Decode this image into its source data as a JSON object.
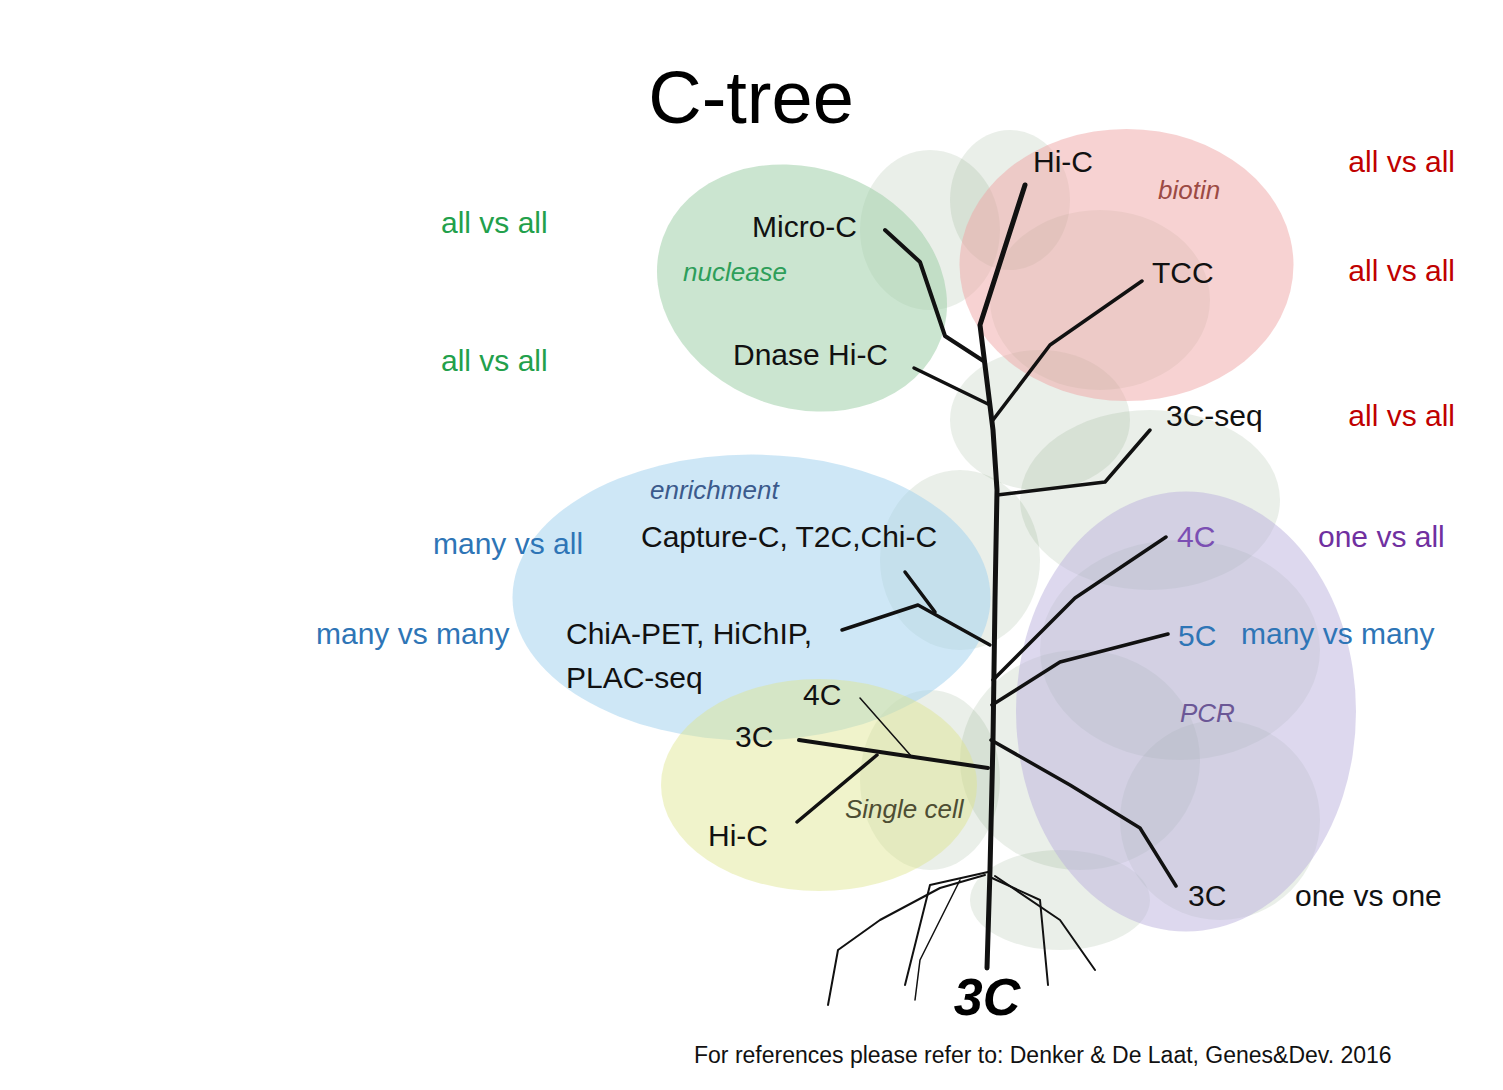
{
  "diagram": {
    "title": "C-tree",
    "caption": "For references please refer to: Denker & De Laat, Genes&Dev. 2016",
    "nodes": [
      {
        "text": [
          "nuclease"
        ]
      },
      {
        "text": [
          "biotin"
        ]
      },
      {
        "text": [
          "enrichment"
        ]
      },
      {
        "text": [
          "PCR"
        ]
      },
      {
        "text": [
          "Single cell"
        ]
      }
    ],
    "labels": [
      "Hi-C",
      "Micro-C",
      "TCC",
      "Dnase Hi-C",
      "3C-seq",
      "Capture-C, T2C,Chi-C",
      "4C",
      "5C",
      "ChiA-PET, HiChIP, PLAC-seq",
      "4C",
      "3C",
      "Hi-C",
      "3C",
      "3C",
      "all vs all",
      "all vs all",
      "all vs all",
      "all vs all",
      "all vs all",
      "many vs all",
      "many vs many",
      "one vs all",
      "many vs many",
      "one vs one"
    ]
  }
}
